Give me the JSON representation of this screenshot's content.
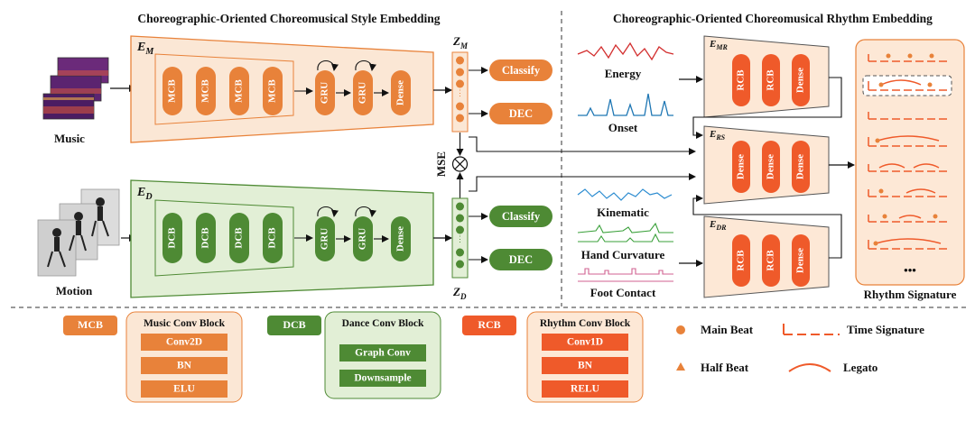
{
  "titles": {
    "style": "Choreographic-Oriented Choreomusical Style Embedding",
    "rhythm": "Choreographic-Oriented Choreomusical Rhythm Embedding"
  },
  "inputs": {
    "music": "Music",
    "motion": "Motion"
  },
  "encoders": {
    "music": {
      "label_main": "E",
      "label_sub": "M",
      "blocks": [
        "MCB",
        "MCB",
        "MCB",
        "MCB"
      ],
      "gru": [
        "GRU",
        "GRU"
      ],
      "dense": "Dense"
    },
    "dance": {
      "label_main": "E",
      "label_sub": "D",
      "blocks": [
        "DCB",
        "DCB",
        "DCB",
        "DCB"
      ],
      "gru": [
        "GRU",
        "GRU"
      ],
      "dense": "Dense"
    }
  },
  "latents": {
    "music": {
      "main": "Z",
      "sub": "M",
      "classify": "Classify",
      "dec": "DEC"
    },
    "dance": {
      "main": "Z",
      "sub": "D",
      "classify": "Classify",
      "dec": "DEC"
    }
  },
  "mse": "MSE",
  "signals": {
    "energy": "Energy",
    "onset": "Onset",
    "kinematic": "Kinematic",
    "hand": "Hand Curvature",
    "foot": "Foot Contact"
  },
  "rhythm_encoders": {
    "mr": {
      "main": "E",
      "sub": "MR",
      "blocks": [
        "RCB",
        "RCB",
        "Dense"
      ]
    },
    "rs": {
      "main": "E",
      "sub": "RS",
      "blocks": [
        "Dense",
        "Dense",
        "Dense"
      ]
    },
    "dr": {
      "main": "E",
      "sub": "DR",
      "blocks": [
        "RCB",
        "RCB",
        "Dense"
      ]
    }
  },
  "rhythm_signature": {
    "label": "Rhythm Signature",
    "ellipsis": "•••"
  },
  "legend": {
    "mcb": {
      "tag": "MCB",
      "title": "Music Conv Block",
      "layers": [
        "Conv2D",
        "BN",
        "ELU"
      ]
    },
    "dcb": {
      "tag": "DCB",
      "title": "Dance Conv Block",
      "layers": [
        "Graph Conv",
        "Downsample"
      ]
    },
    "rcb": {
      "tag": "RCB",
      "title": "Rhythm Conv Block",
      "layers": [
        "Conv1D",
        "BN",
        "RELU"
      ]
    },
    "main_beat": "Main Beat",
    "time_signature": "Time Signature",
    "half_beat": "Half Beat",
    "legato": "Legato"
  },
  "colors": {
    "music_orange": "#e8823a",
    "music_bg": "#fbe7d5",
    "dance_green": "#4e8a34",
    "dance_bg": "#e2efd6",
    "rhythm_red": "#ef5a2a",
    "rhythm_bg": "#fde8d6"
  }
}
